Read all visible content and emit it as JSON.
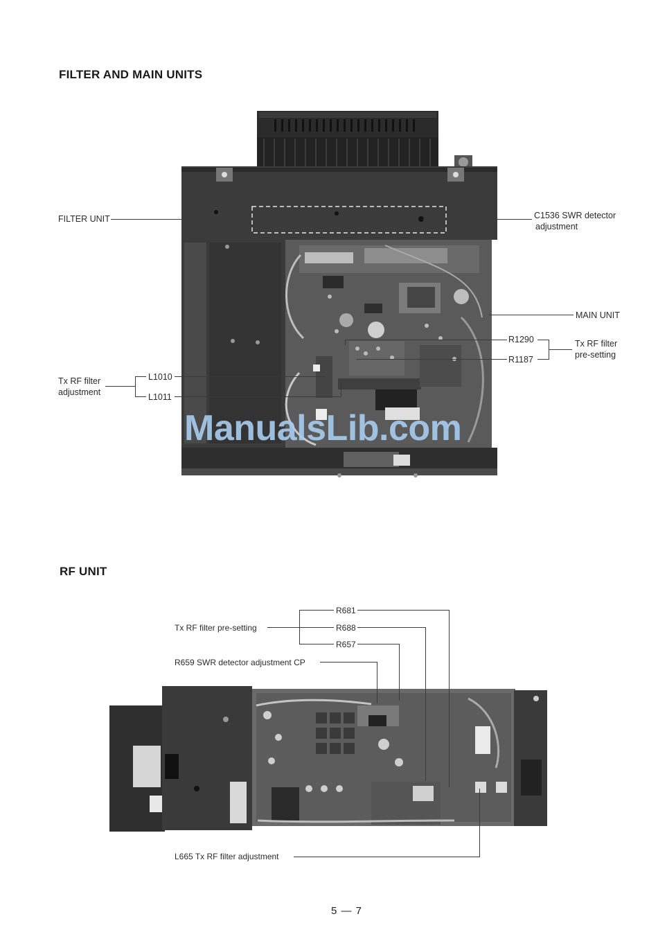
{
  "sections": {
    "filter_main": {
      "title": "FILTER AND MAIN UNITS"
    },
    "rf": {
      "title": "RF UNIT"
    }
  },
  "filter_main_labels": {
    "filter_unit": "FILTER UNIT",
    "c1536_line1": "C1536  SWR detector",
    "c1536_line2": "adjustment",
    "main_unit": "MAIN UNIT",
    "r1290": "R1290",
    "r1187": "R1187",
    "presetting_line1": "Tx RF filter",
    "presetting_line2": "pre-setting",
    "l1010": "L1010",
    "l1011": "L1011",
    "txrf_adj_line1": "Tx RF filter",
    "txrf_adj_line2": "adjustment"
  },
  "rf_labels": {
    "r681": "R681",
    "r688": "R688",
    "r657": "R657",
    "tx_presetting": "Tx RF filter pre-setting",
    "r659": "R659  SWR detector adjustment CP",
    "l665": "L665  Tx RF filter adjustment"
  },
  "watermark": {
    "text": "ManualsLib.com",
    "color": "#a9cdf0"
  },
  "page_number": "5 — 7"
}
